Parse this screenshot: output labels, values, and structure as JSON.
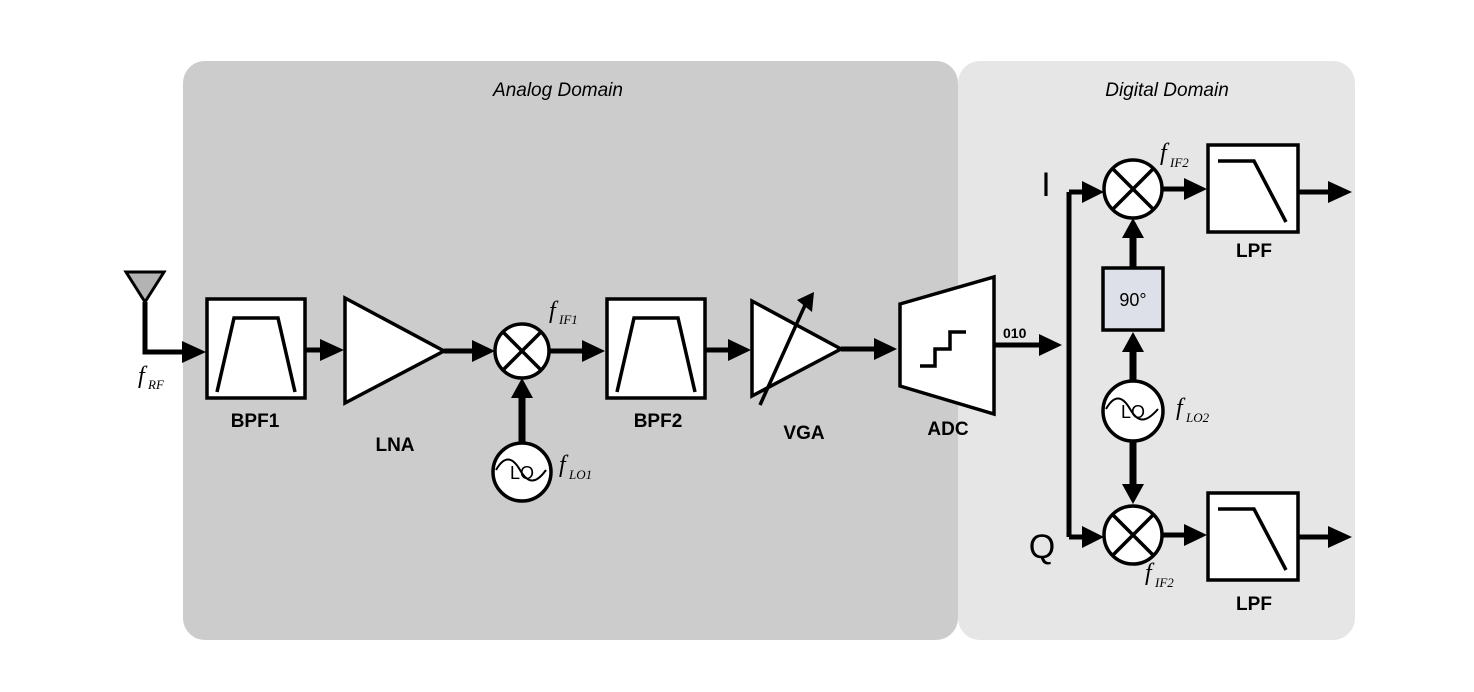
{
  "domains": {
    "analog": "Analog Domain",
    "digital": "Digital Domain"
  },
  "blocks": {
    "bpf1": "BPF1",
    "lna": "LNA",
    "bpf2": "BPF2",
    "vga": "VGA",
    "adc": "ADC",
    "lpf_top": "LPF",
    "lpf_bottom": "LPF",
    "phase_shifter": "90°",
    "lo1": "LO",
    "lo2": "LO"
  },
  "adc_output": "010",
  "branches": {
    "i": "I",
    "q": "Q"
  },
  "signals": {
    "f_rf": {
      "f": "f",
      "sub": "RF"
    },
    "f_if1": {
      "f": "f",
      "sub": "IF1"
    },
    "f_lo1": {
      "f": "f",
      "sub": "LO1"
    },
    "f_lo2": {
      "f": "f",
      "sub": "LO2"
    },
    "f_if2_top": {
      "f": "f",
      "sub": "IF2"
    },
    "f_if2_bottom": {
      "f": "f",
      "sub": "IF2"
    }
  },
  "colors": {
    "analog_bg": "#cccccc",
    "digital_bg": "#e6e6e6",
    "antenna_fill": "#b3b3b3",
    "phase_fill": "#dde0e8"
  }
}
